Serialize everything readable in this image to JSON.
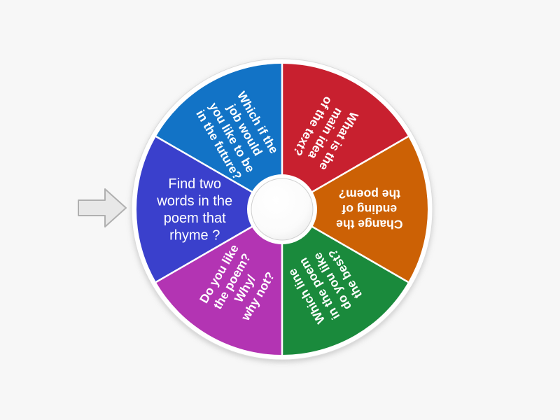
{
  "app": {
    "type": "spin-the-wheel",
    "background_color": "#f7f7f7"
  },
  "pointer": {
    "name": "spin-pointer-arrow",
    "direction": "right",
    "fill_color": "#e8e8e8",
    "stroke_color": "#b0b0b0"
  },
  "wheel": {
    "center_hub_color": "#ffffff",
    "rim_color": "#ffffff",
    "divider_color": "#ffffff",
    "segment_count": 6,
    "segments": [
      {
        "index": 0,
        "color": "#c8202f",
        "name": "segment-red",
        "start_angle": 0,
        "end_angle": 60,
        "text": "What is the main idea of the text?",
        "lines": [
          "What is the",
          "main idea",
          "of the text?"
        ],
        "text_size": "small"
      },
      {
        "index": 1,
        "color": "#cc6105",
        "name": "segment-orange",
        "start_angle": 60,
        "end_angle": 120,
        "text": "Change the ending of the poem?",
        "lines": [
          "Change the",
          "ending of",
          "the poem?"
        ],
        "text_size": "small"
      },
      {
        "index": 2,
        "color": "#1a8a3c",
        "name": "segment-green",
        "start_angle": 120,
        "end_angle": 180,
        "text": "Which line in the poem do you like the best?",
        "lines": [
          "Which line",
          "in the poem",
          "do you like",
          "the best?"
        ],
        "text_size": "small"
      },
      {
        "index": 3,
        "color": "#b334b3",
        "name": "segment-magenta",
        "start_angle": 180,
        "end_angle": 240,
        "text": "Do you like the poem? Why/ why not?",
        "lines": [
          "Do you like",
          "the poem?",
          "Why/",
          "why not?"
        ],
        "text_size": "small"
      },
      {
        "index": 4,
        "color": "#3a40cc",
        "name": "segment-blue-violet",
        "start_angle": 240,
        "end_angle": 300,
        "text": "Find two words in the poem that rhyme ?",
        "lines": [
          "Find two",
          "words in the",
          "poem that",
          "rhyme ?"
        ],
        "text_size": "big"
      },
      {
        "index": 5,
        "color": "#1273c6",
        "name": "segment-blue",
        "start_angle": 300,
        "end_angle": 360,
        "text": "Which if the job would you like to be in the future?",
        "lines": [
          "Which if the",
          "job would",
          "you like to be",
          "in the future?"
        ],
        "text_size": "small"
      }
    ]
  }
}
